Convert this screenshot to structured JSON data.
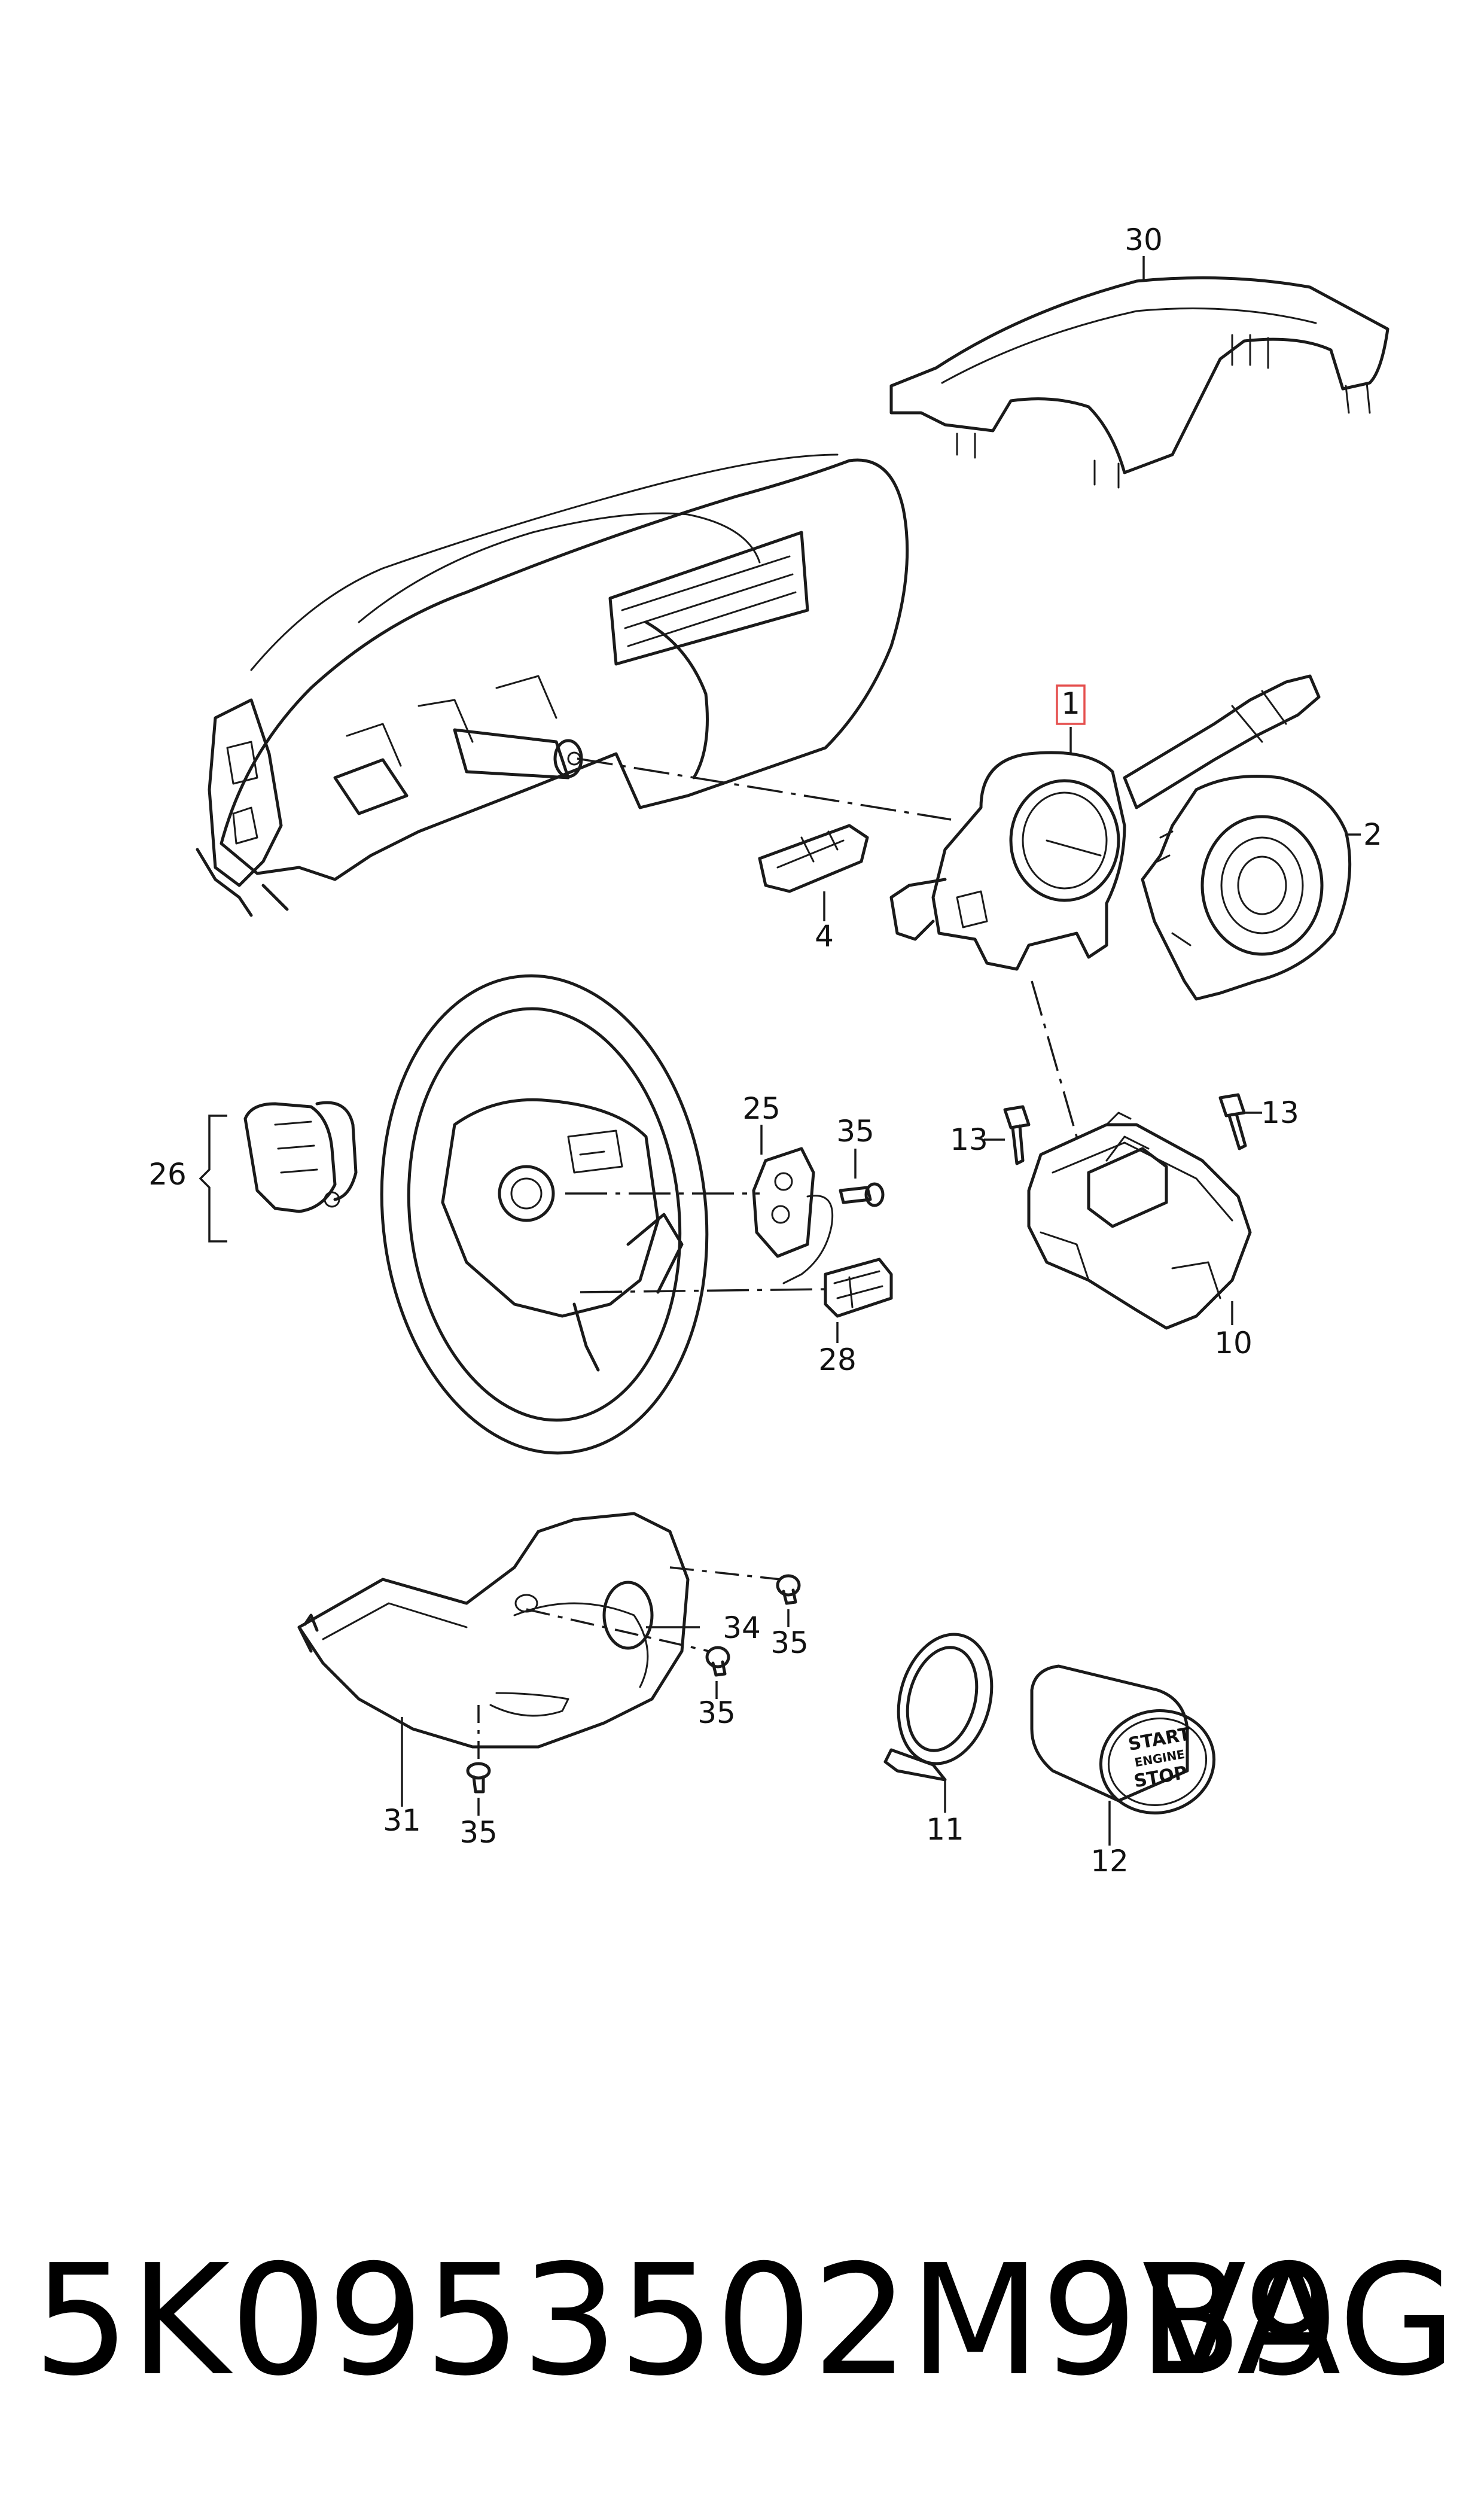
{
  "diagram": {
    "callouts": [
      {
        "id": "c1",
        "label": "1",
        "highlighted": true
      },
      {
        "id": "c2",
        "label": "2"
      },
      {
        "id": "c4",
        "label": "4"
      },
      {
        "id": "c10",
        "label": "10"
      },
      {
        "id": "c11",
        "label": "11"
      },
      {
        "id": "c12",
        "label": "12"
      },
      {
        "id": "c13a",
        "label": "13"
      },
      {
        "id": "c13b",
        "label": "13"
      },
      {
        "id": "c25",
        "label": "25"
      },
      {
        "id": "c26",
        "label": "26"
      },
      {
        "id": "c28",
        "label": "28"
      },
      {
        "id": "c30",
        "label": "30"
      },
      {
        "id": "c31",
        "label": "31"
      },
      {
        "id": "c34",
        "label": "34"
      },
      {
        "id": "c35a",
        "label": "35"
      },
      {
        "id": "c35b",
        "label": "35"
      },
      {
        "id": "c35c",
        "label": "35"
      },
      {
        "id": "c35d",
        "label": "35"
      }
    ],
    "button_text": {
      "line1": "START",
      "line2": "ENGINE",
      "line3": "STOP"
    },
    "highlight_color": "#e5504f"
  },
  "footer": {
    "part_number": "5K0953502M9B9",
    "brand": "VAG"
  }
}
